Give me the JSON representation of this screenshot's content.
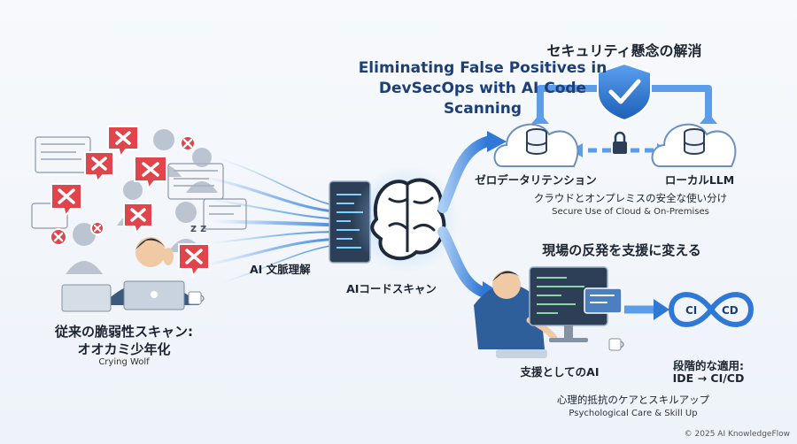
{
  "title": "Eliminating False Positives in DevSecOps with AI Code Scanning",
  "left": {
    "heading_line1": "従来の脆弱性スキャン:",
    "heading_line2": "オオカミ少年化",
    "subtitle": "Crying Wolf"
  },
  "center": {
    "ai_context_label": "AI 文脈理解",
    "scanner_label": "AIコードスキャン"
  },
  "top_right": {
    "heading": "セキュリティ懸念の解消",
    "zero_retention": "ゼロデータリテンション",
    "local_llm": "ローカルLLM",
    "caption_jp": "クラウドとオンプレミスの安全な使い分け",
    "caption_en": "Secure Use of Cloud & On-Premises"
  },
  "bottom_right": {
    "heading": "現場の反発を支援に変える",
    "support_ai": "支援としてのAI",
    "stepwise_line1": "段階的な適用:",
    "stepwise_line2": "IDE → CI/CD",
    "ci_label": "CI",
    "cd_label": "CD",
    "caption_jp": "心理的抵抗のケアとスキルアップ",
    "caption_en": "Psychological Care & Skill Up"
  },
  "footer": {
    "copyright": "© 2025 AI KnowledgeFlow"
  },
  "icons": [
    "x-alert-icon",
    "brain-icon",
    "shield-check-icon",
    "cloud-icon",
    "database-icon",
    "lock-icon",
    "monitor-icon",
    "coffee-icon",
    "laptop-icon",
    "infinity-loop-icon"
  ],
  "colors": {
    "alert_red": "#e0454b",
    "accent_blue": "#2f78d6",
    "title_navy": "#1d3f78"
  }
}
